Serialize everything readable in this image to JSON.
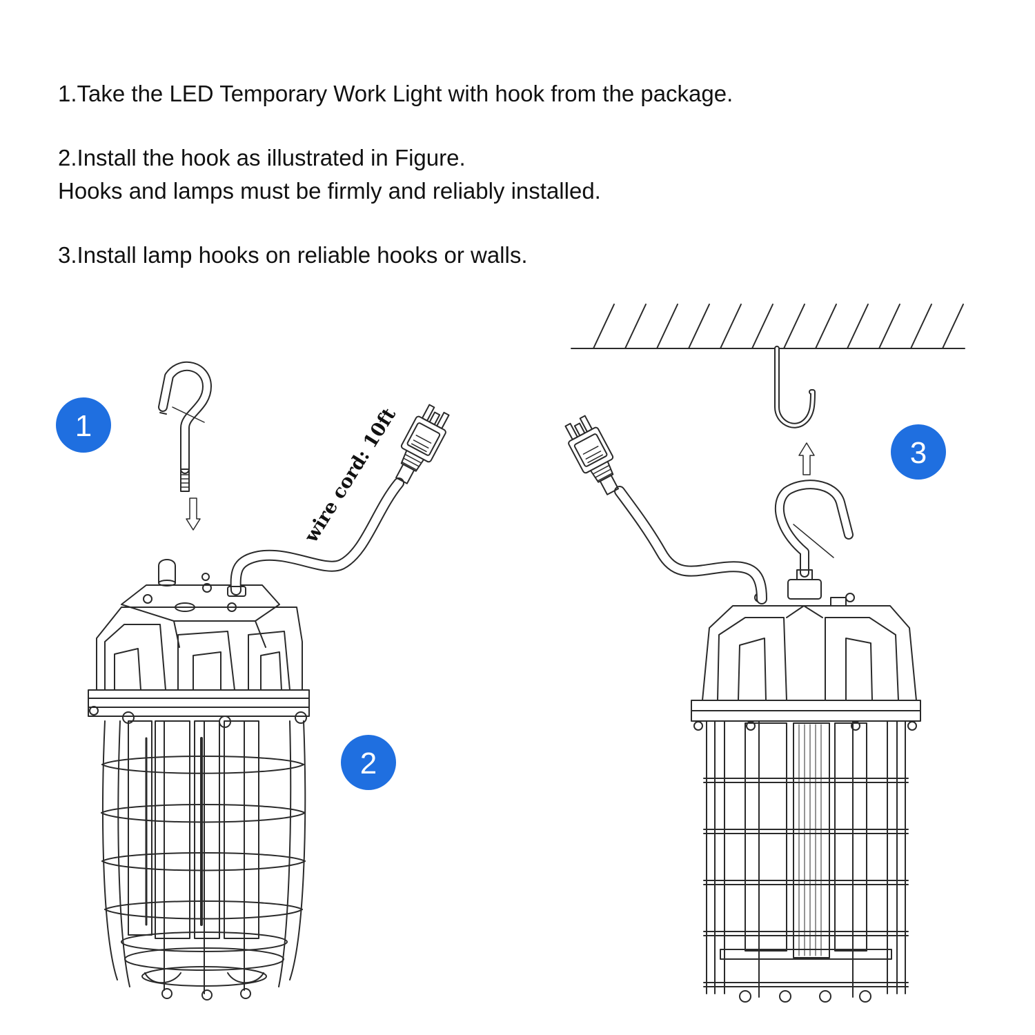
{
  "steps": [
    {
      "lines": [
        "1.Take the LED Temporary Work Light with hook from the package."
      ]
    },
    {
      "lines": [
        "2.Install the hook as illustrated in Figure.",
        "Hooks and lamps must be firmly and reliably installed."
      ]
    },
    {
      "lines": [
        "3.Install lamp hooks on reliable hooks or walls."
      ]
    }
  ],
  "badges": [
    "1",
    "2",
    "3"
  ],
  "cord_label": "wire cord: 10ft",
  "colors": {
    "badge": "#1f6fe0",
    "line": "#2a2a2a",
    "text": "#111111"
  },
  "icons": [
    "hook-icon",
    "plug-icon",
    "work-light-icon",
    "ceiling-hook-icon",
    "arrow-down-icon",
    "arrow-up-icon"
  ]
}
